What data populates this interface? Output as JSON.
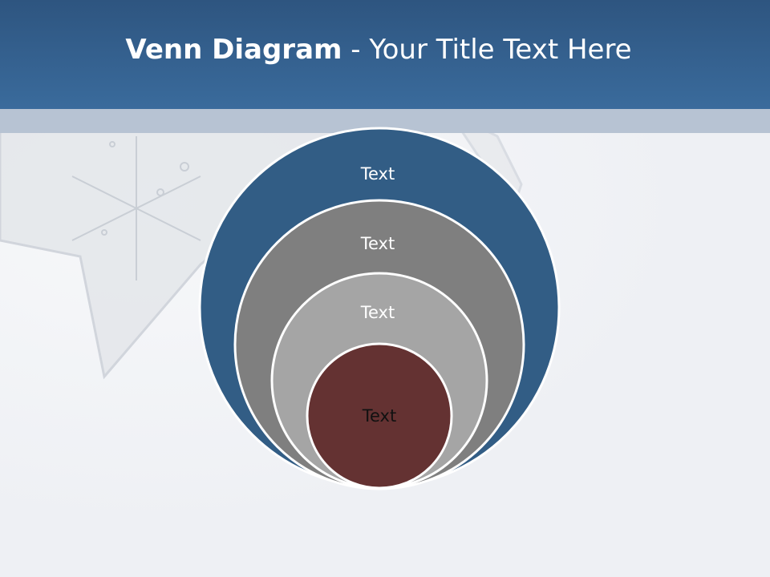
{
  "slide": {
    "title_bold": "Venn Diagram",
    "title_rest": " - Your Title Text Here"
  },
  "diagram": {
    "rings": [
      {
        "label": "Text",
        "fill": "#325d85",
        "text_color": "#ffffff"
      },
      {
        "label": "Text",
        "fill": "#7f7f7f",
        "text_color": "#ffffff"
      },
      {
        "label": "Text",
        "fill": "#a5a5a5",
        "text_color": "#ffffff"
      },
      {
        "label": "Text",
        "fill": "#643232",
        "text_color": "#111111"
      }
    ]
  },
  "colors": {
    "header": "#3a6b9c",
    "band": "#b7c3d3",
    "background": "#eef0f4",
    "ring_border": "#ffffff"
  }
}
